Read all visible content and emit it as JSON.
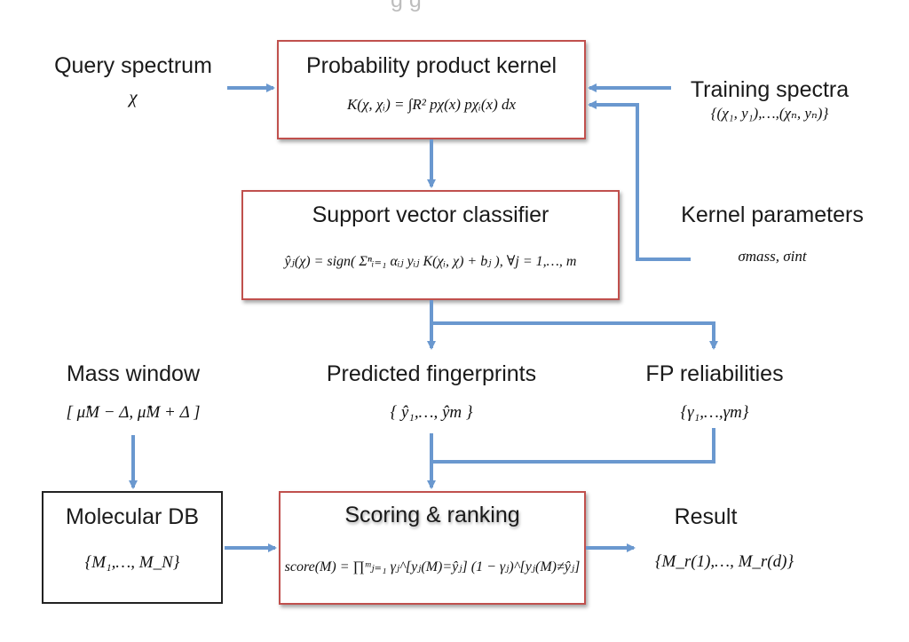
{
  "header_partial": "g         g",
  "colors": {
    "box_border": "#c0504d",
    "arrow": "#6a98cf",
    "db_border": "#222222"
  },
  "nodes": {
    "query_spectrum": {
      "label": "Query spectrum",
      "formula": "χ"
    },
    "training_spectra": {
      "label": "Training spectra",
      "formula": "{(χ₁, y₁),…,(χₙ, yₙ)}"
    },
    "kernel_parameters": {
      "label": "Kernel parameters",
      "formula": "σmass, σint"
    },
    "probability_kernel": {
      "label": "Probability product kernel",
      "formula": "K(χ, χᵢ) = ∫R² pχ(x) pχᵢ(x) dx"
    },
    "support_vector_classifier": {
      "label": "Support vector classifier",
      "formula": "ŷⱼ(χ) = sign( Σⁿᵢ₌₁ αᵢⱼ yᵢⱼ K(χᵢ, χ) + bⱼ ), ∀j = 1,…, m"
    },
    "mass_window": {
      "label": "Mass window",
      "formula": "[ μ̂M − Δ, μ̂M + Δ ]"
    },
    "predicted_fingerprints": {
      "label": "Predicted fingerprints",
      "formula": "{ ŷ₁,…, ŷm }"
    },
    "fp_reliabilities": {
      "label": "FP reliabilities",
      "formula": "{γ₁,…,γm}"
    },
    "molecular_db": {
      "label": "Molecular DB",
      "formula": "{M₁,…, M_N}"
    },
    "scoring_ranking": {
      "label": "Scoring & ranking",
      "formula": "score(M) = ∏ᵐⱼ₌₁ γⱼ^[yⱼ(M)=ŷⱼ] (1 − γⱼ)^[yⱼ(M)≠ŷⱼ]"
    },
    "result": {
      "label": "Result",
      "formula": "{M_r(1),…, M_r(d)}"
    }
  }
}
